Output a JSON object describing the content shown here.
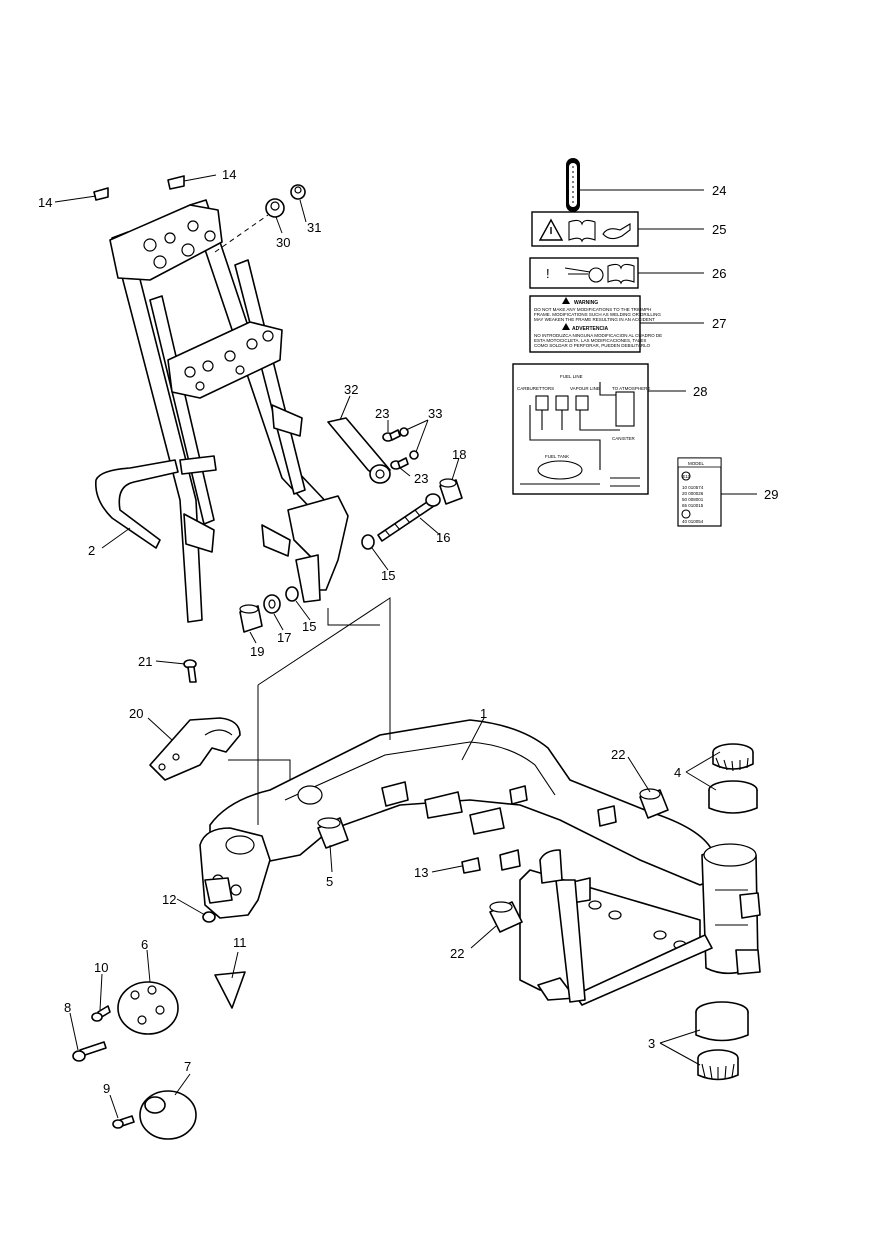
{
  "callouts": {
    "c1": "1",
    "c2": "2",
    "c3": "3",
    "c4": "4",
    "c5": "5",
    "c6": "6",
    "c7": "7",
    "c8": "8",
    "c9": "9",
    "c10": "10",
    "c11": "11",
    "c12": "12",
    "c13": "13",
    "c14a": "14",
    "c14b": "14",
    "c15a": "15",
    "c15b": "15",
    "c16": "16",
    "c17": "17",
    "c18": "18",
    "c19": "19",
    "c20": "20",
    "c21": "21",
    "c22a": "22",
    "c22b": "22",
    "c23a": "23",
    "c23b": "23",
    "c24": "24",
    "c25": "25",
    "c26": "26",
    "c27": "27",
    "c28": "28",
    "c29": "29",
    "c30": "30",
    "c31": "31",
    "c32": "32",
    "c33": "33"
  },
  "labels": {
    "warning_title": "WARNING",
    "warning_text_1": "DO NOT MAKE ANY MODIFICATIONS TO THE TRIUMPH",
    "warning_text_2": "FRAME. MODIFICATIONS SUCH AS WELDING OR DRILLING",
    "warning_text_3": "MAY WEAKEN THE FRAME RESULTING IN AN ACCIDENT",
    "advertencia_title": "ADVERTENCIA",
    "advertencia_text_1": "NO INTRODUZCA NINGUNA MODIFICACION AL CUADRO DE",
    "advertencia_text_2": "ESTA MOTOCICLETA. LAS MODIFICACIONES, TALES",
    "advertencia_text_3": "COMO SOLDAR O PERFORAR, PUEDEN DEBILITARLO",
    "emission_fuel_line": "FUEL LINE",
    "emission_vapour_line": "VAPOUR LINE",
    "emission_fuel_tank": "FUEL TANK",
    "emission_carburettors": "CARBURETTORS",
    "emission_to_atmosphere": "TO ATMOSPHERE",
    "emission_canister": "CANISTER",
    "vin_header": "MODEL",
    "vin_e11": "E11",
    "vin_row1": "10 010574",
    "vin_row2": "20 000026",
    "vin_row3": "50 008001",
    "vin_row4": "65 010015",
    "vin_row5": "40 010054"
  }
}
